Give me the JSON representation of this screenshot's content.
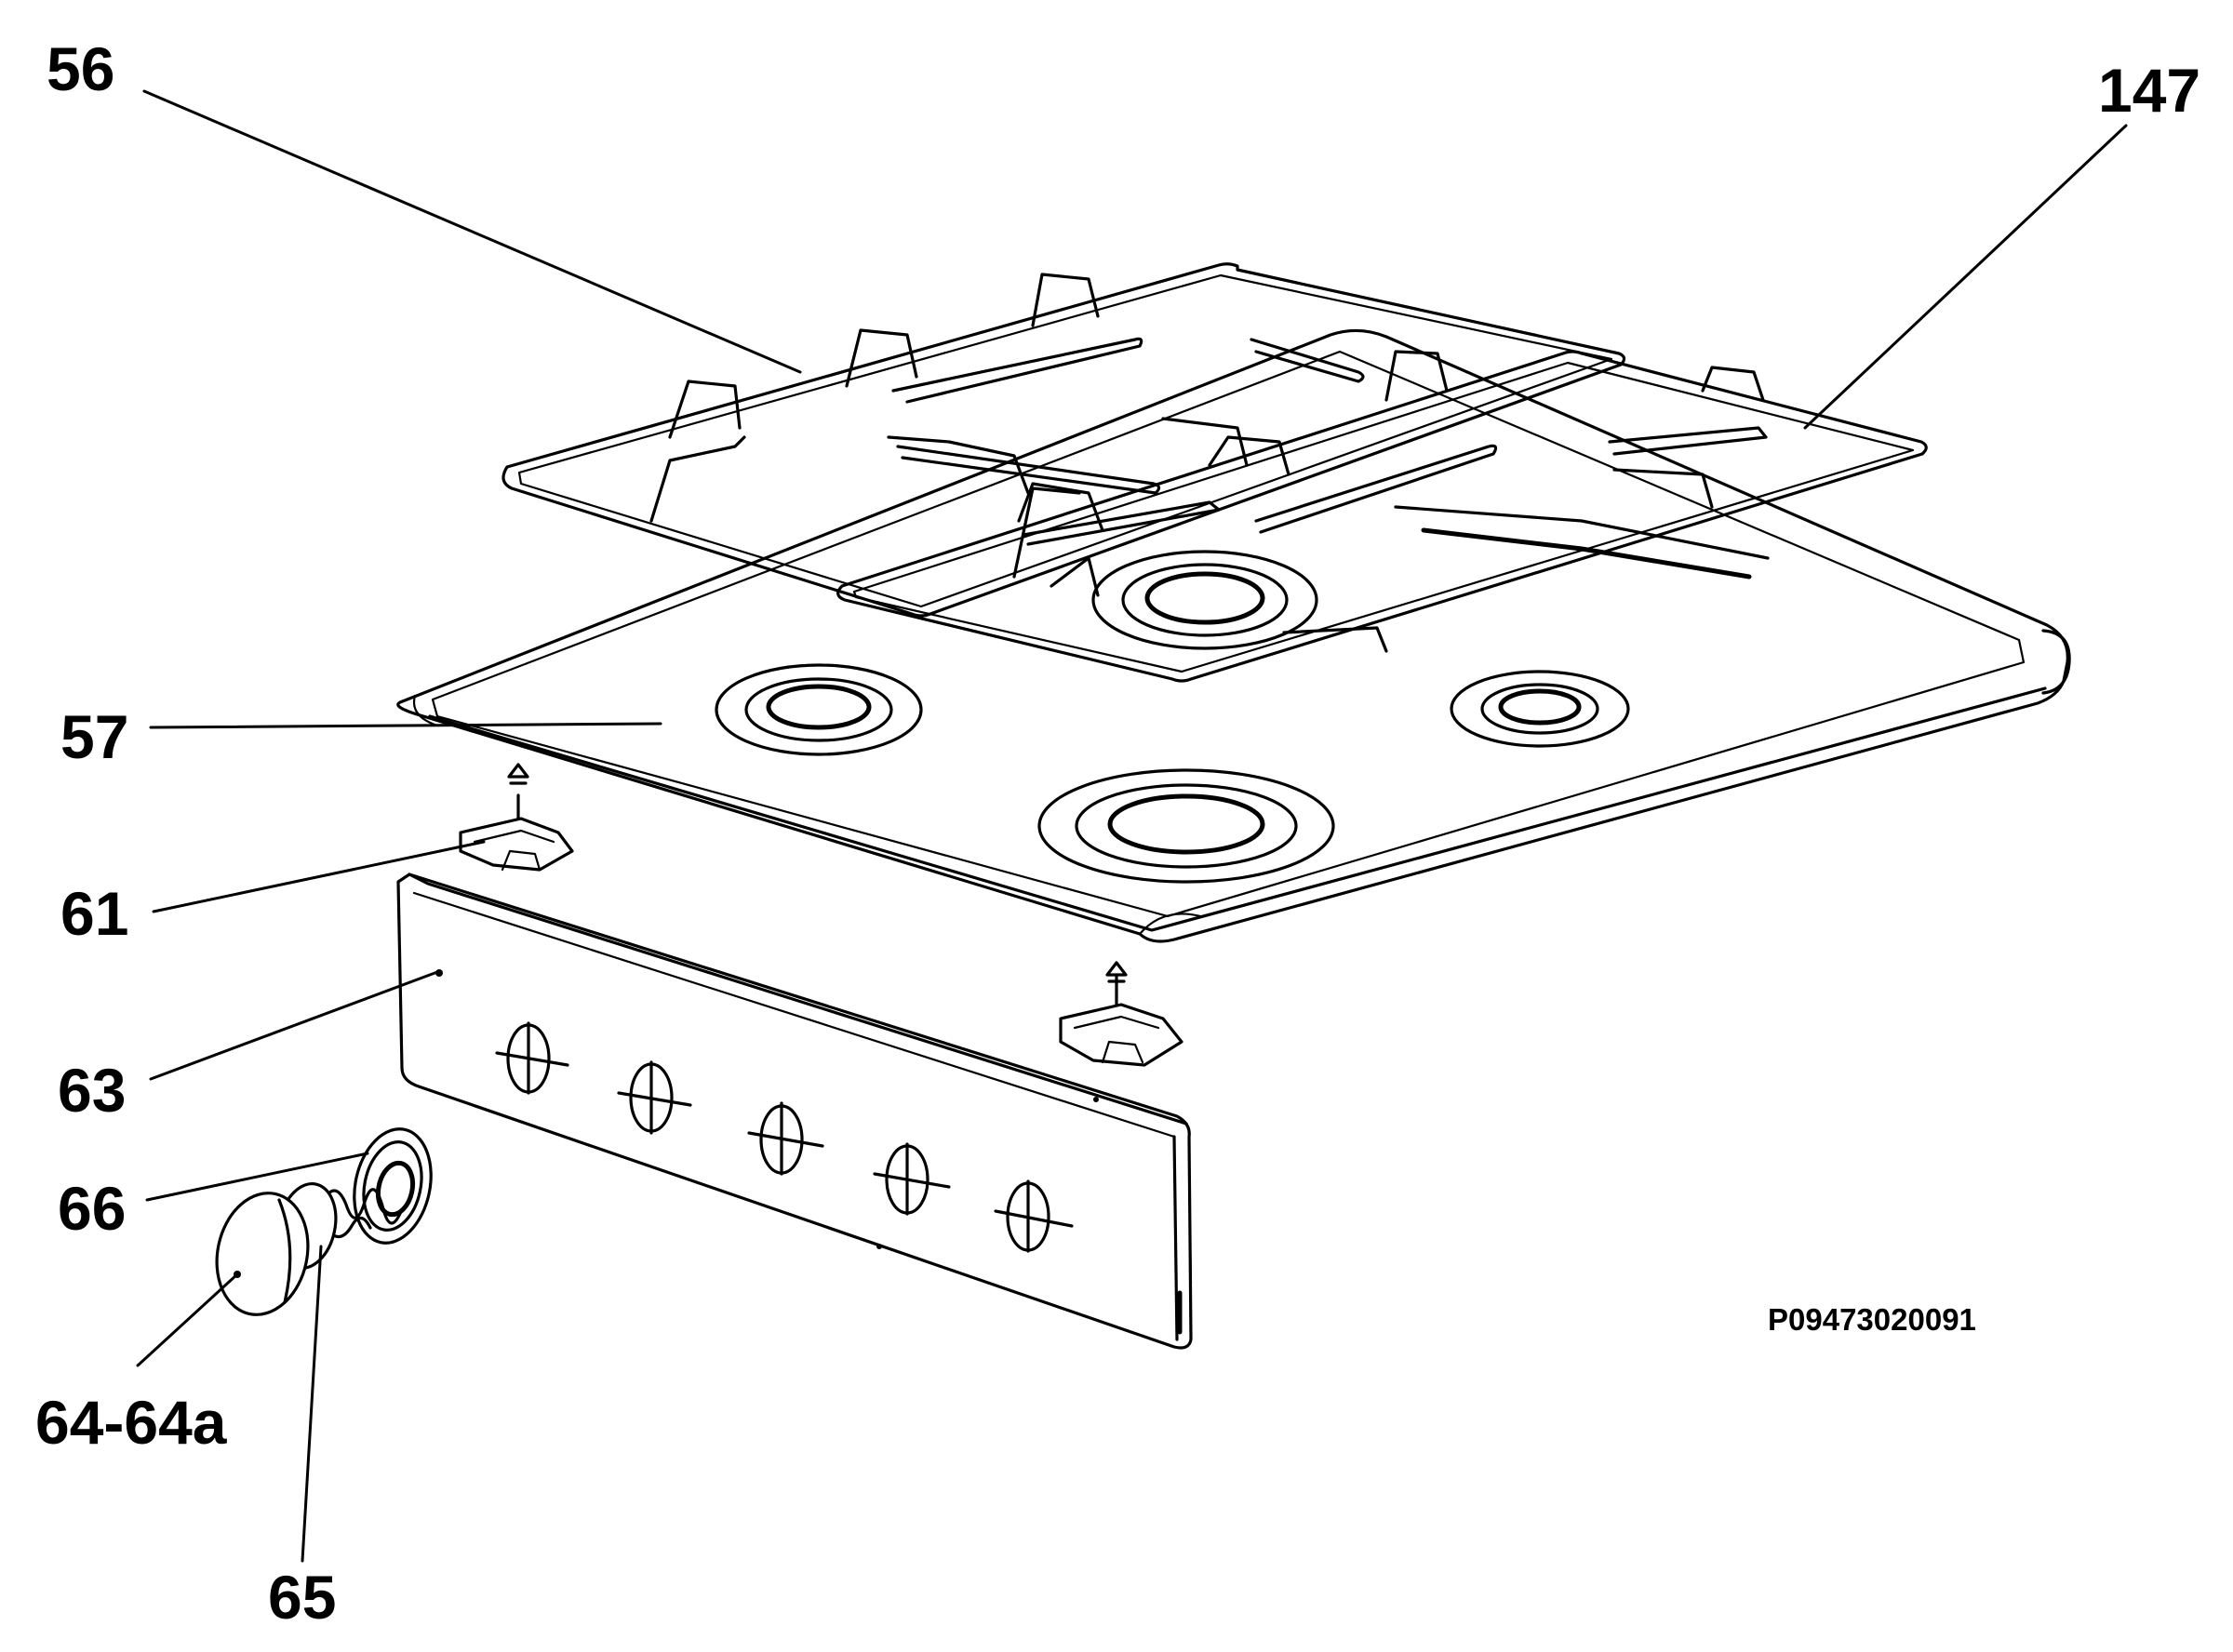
{
  "diagram": {
    "drawing_code": "P09473020091",
    "callouts": [
      {
        "id": "56",
        "label": "56"
      },
      {
        "id": "147",
        "label": "147"
      },
      {
        "id": "57",
        "label": "57"
      },
      {
        "id": "61",
        "label": "61"
      },
      {
        "id": "63",
        "label": "63"
      },
      {
        "id": "66",
        "label": "66"
      },
      {
        "id": "64-64a",
        "label": "64-64a"
      },
      {
        "id": "65",
        "label": "65"
      }
    ],
    "colors": {
      "ink": "#000000",
      "background": "#ffffff"
    }
  }
}
